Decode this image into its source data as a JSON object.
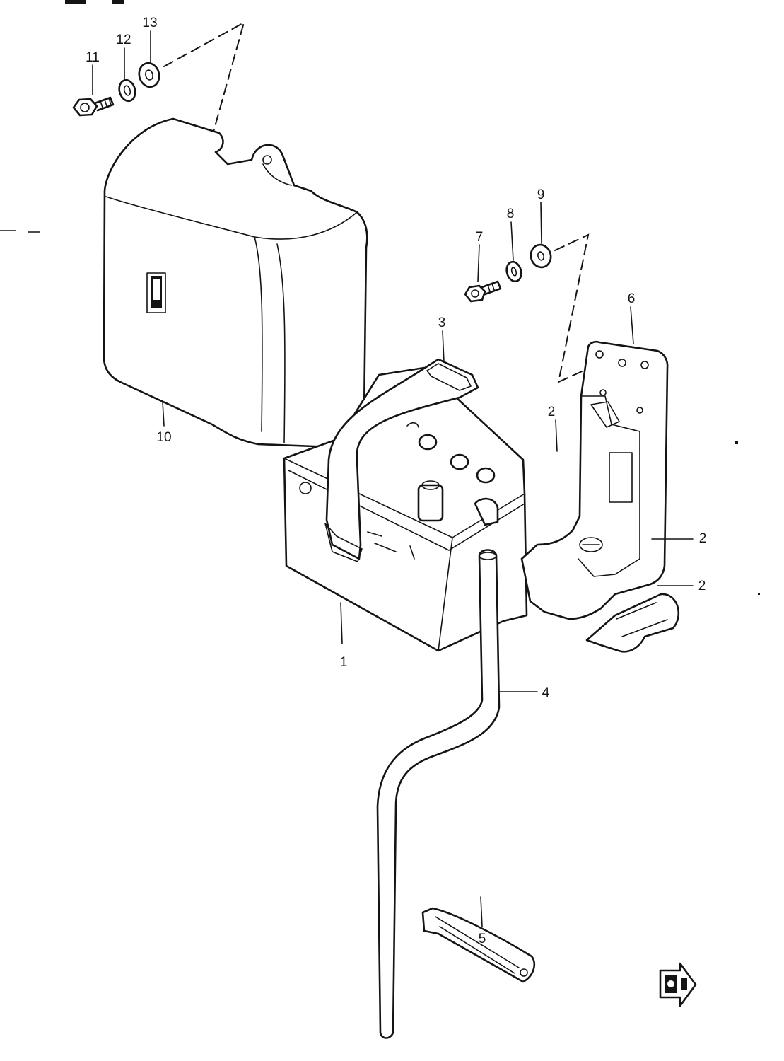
{
  "callouts": {
    "p1": "1",
    "p2a": "2",
    "p2b": "2",
    "p2c": "2",
    "p3": "3",
    "p4": "4",
    "p5": "5",
    "p6": "6",
    "p7": "7",
    "p8": "8",
    "p9": "9",
    "p10": "10",
    "p11": "11",
    "p12": "12",
    "p13": "13"
  },
  "icons": {
    "orientation_arrow": "front-direction-arrow-icon"
  },
  "colors": {
    "ink": "#141414",
    "paper": "#ffffff"
  }
}
